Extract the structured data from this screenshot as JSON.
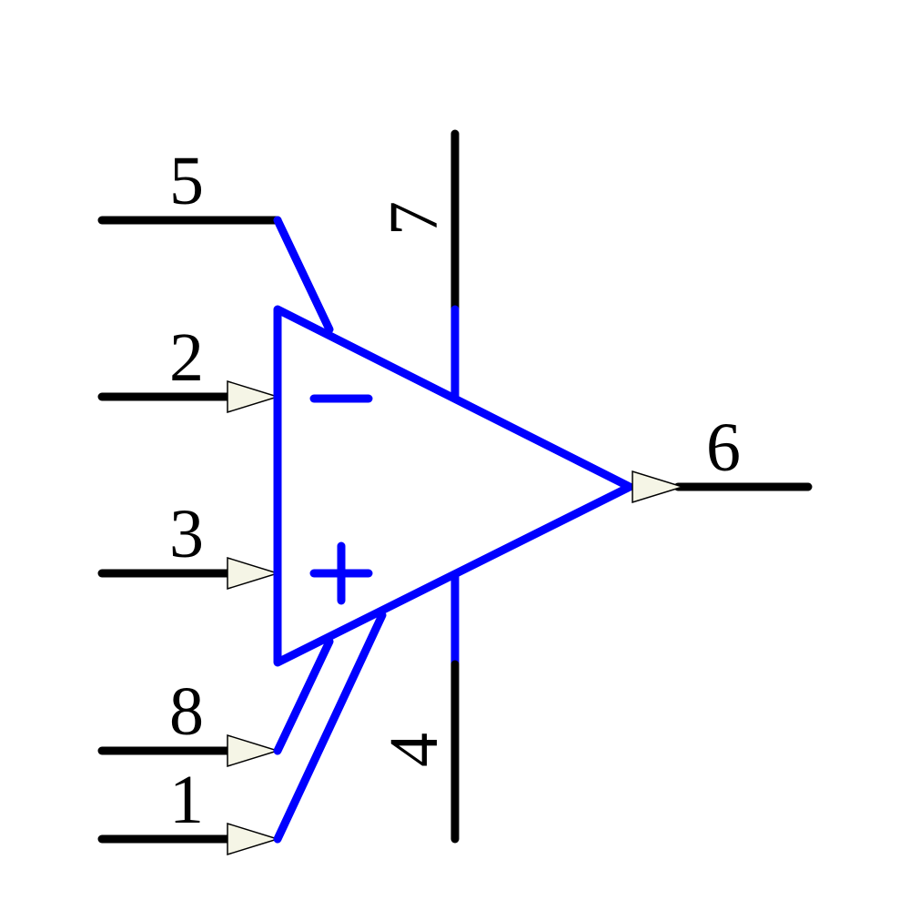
{
  "colors": {
    "pin_line": "#000000",
    "body_line": "#0000ff",
    "arrow_fill": "#f5f5e6",
    "arrow_stroke": "#000000",
    "background": "#ffffff"
  },
  "symbol": {
    "inverting_sign": "−",
    "noninverting_sign": "+"
  },
  "pins": {
    "p5": {
      "number": "5"
    },
    "p2": {
      "number": "2"
    },
    "p3": {
      "number": "3"
    },
    "p8": {
      "number": "8"
    },
    "p1": {
      "number": "1"
    },
    "p6": {
      "number": "6"
    },
    "p7": {
      "number": "7"
    },
    "p4": {
      "number": "4"
    }
  }
}
